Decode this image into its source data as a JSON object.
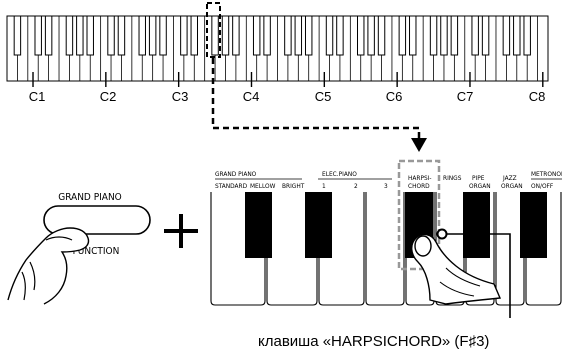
{
  "keyboard": {
    "octave_labels": [
      "C1",
      "C2",
      "C3",
      "C4",
      "C5",
      "C6",
      "C7",
      "C8"
    ]
  },
  "button": {
    "label_top": "GRAND PIANO",
    "label_bottom": "FUNCTION"
  },
  "tone_groups": {
    "grand_piano": {
      "title": "GRAND PIANO",
      "items": [
        "STANDARD",
        "MELLOW",
        "BRIGHT"
      ]
    },
    "elec_piano": {
      "title": "ELEC.PIANO",
      "items": [
        "1",
        "2",
        "3"
      ]
    },
    "harpsichord": [
      "HARPSI-",
      "CHORD"
    ],
    "strings": "RINGS",
    "pipe_organ": [
      "PIPE",
      "ORGAN"
    ],
    "jazz_organ": [
      "JAZZ",
      "ORGAN"
    ],
    "metronome": [
      "METRONOME",
      "ON/OFF"
    ]
  },
  "callout": "клавиша «HARPSICHORD» (F♯3)"
}
